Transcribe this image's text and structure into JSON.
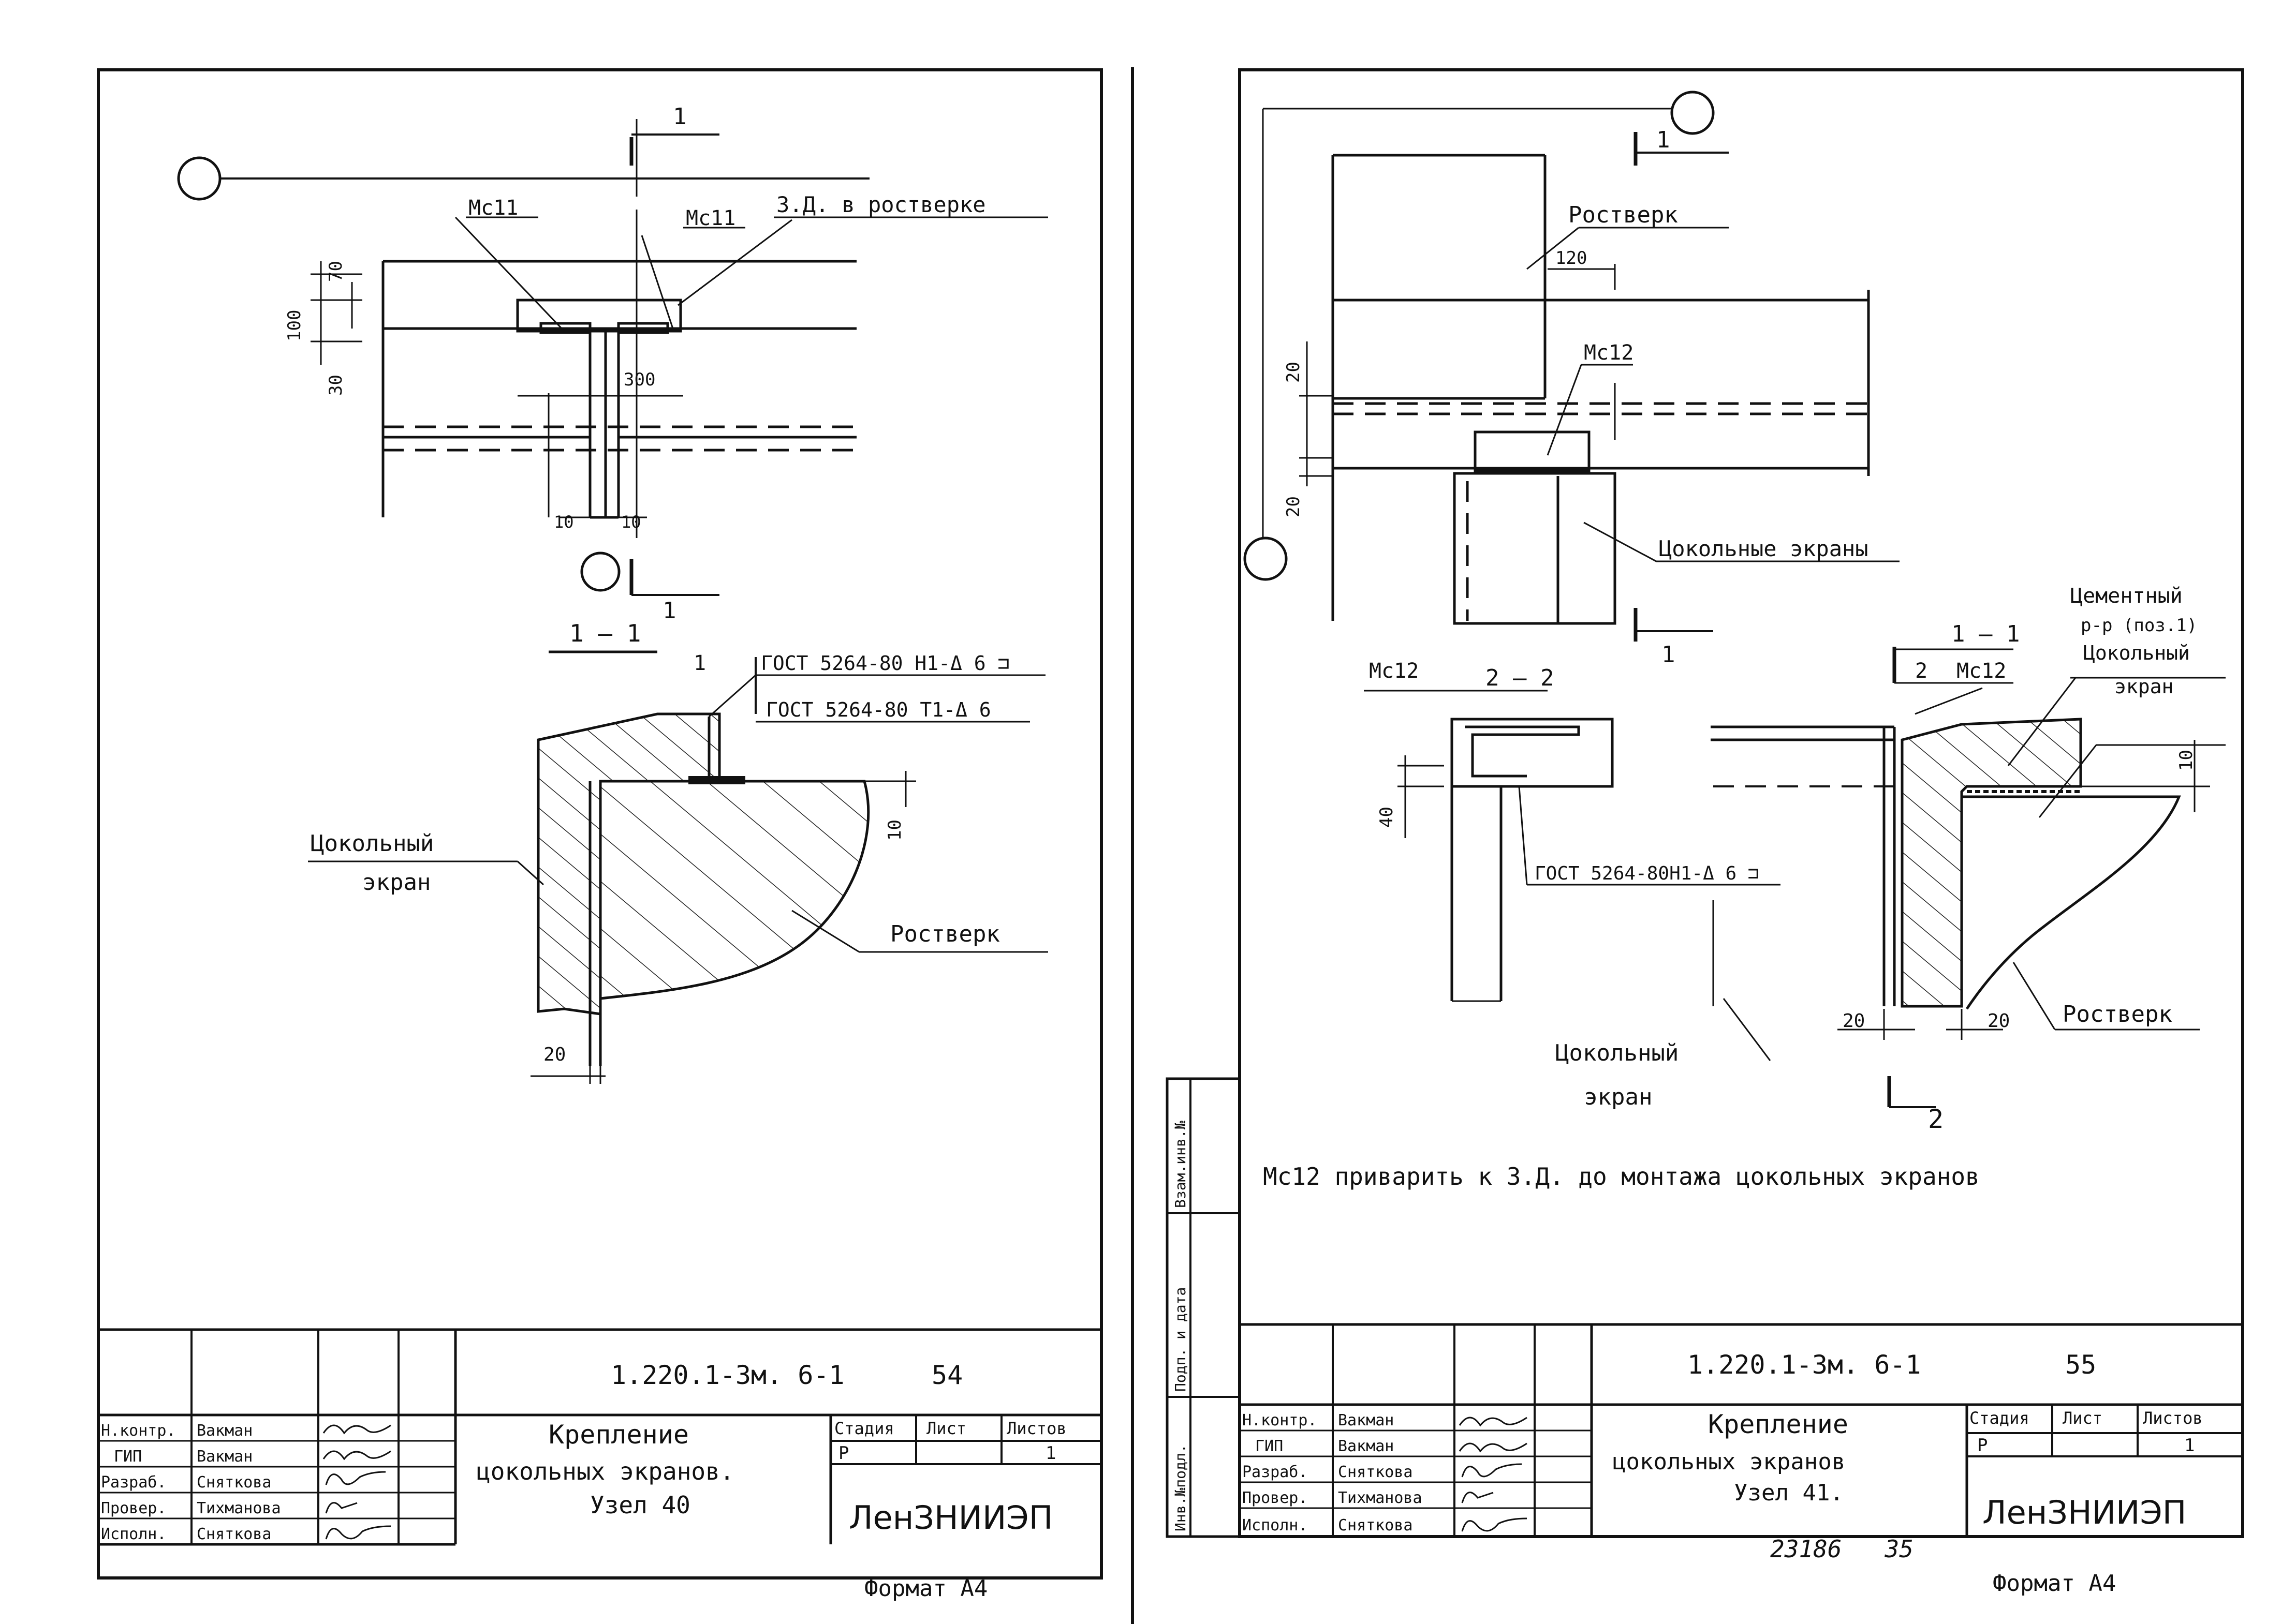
{
  "left": {
    "labels": {
      "mc11_a": "Мс11",
      "mc11_b": "Мс11",
      "zd": "З.Д. в ростверке",
      "sec1": "1",
      "sec1b": "1",
      "sec_title": "1 — 1",
      "pos1": "1",
      "gost1": "ГОСТ 5264-80 Н1-Δ 6 ⊐",
      "gost2": "ГОСТ 5264-80 Т1-Δ 6",
      "screen_a": "Цокольный",
      "screen_b": "экран",
      "rostverk": "Ростверк"
    },
    "dims": {
      "d70": "70",
      "d100": "100",
      "d30": "30",
      "d300": "300",
      "d10a": "10",
      "d10b": "10",
      "d10c": "10",
      "d20": "20"
    },
    "stamp": {
      "code": "1.220.1-3м. 6-1",
      "page": "54",
      "title1": "Крепление",
      "title2": "цокольных экранов.",
      "title3": "Узел 40",
      "stage_h": "Стадия",
      "sheet_h": "Лист",
      "sheets_h": "Листов",
      "stage": "Р",
      "sheets": "1",
      "org": "ЛенЗНИИЭП",
      "rows": [
        {
          "role": "Н.контр.",
          "name": "Вакман"
        },
        {
          "role": "ГИП",
          "name": "Вакман"
        },
        {
          "role": "Разраб.",
          "name": "Сняткова"
        },
        {
          "role": "Провер.",
          "name": "Тихманова"
        },
        {
          "role": "Исполн.",
          "name": "Сняткова"
        }
      ]
    },
    "format": "Формат А4"
  },
  "right": {
    "labels": {
      "sec1": "1",
      "sec1b": "1",
      "rostverk_top": "Ростверк",
      "d120": "120",
      "mc12_top": "Мс12",
      "screens": "Цокольные экраны",
      "mc12_22": "Мс12",
      "sec22": "2 — 2",
      "gost": "ГОСТ 5264-80Н1-Δ 6 ⊐",
      "sec11": "1 — 1",
      "sec2": "2",
      "mc12_11": "Мс12",
      "cement1": "Цементный",
      "cement2": "р-р (поз.1)",
      "screen_r1": "Цокольный",
      "screen_r2": "экран",
      "screen_b1": "Цокольный",
      "screen_b2": "экран",
      "rostverk_r": "Ростверк",
      "sec2b": "2",
      "note": "Мс12 приварить к З.Д. до монтажа цокольных экранов"
    },
    "dims": {
      "d20a": "20",
      "d20b": "20",
      "d40": "40",
      "d10": "10",
      "d20c": "20",
      "d20d": "20"
    },
    "side": {
      "s1": "Инв.№подл.",
      "s2": "Подп. и дата",
      "s3": "Взам.инв.№"
    },
    "stamp": {
      "code": "1.220.1-3м. 6-1",
      "page": "55",
      "title1": "Крепление",
      "title2": "цокольных экранов",
      "title3": "Узел 41.",
      "stage_h": "Стадия",
      "sheet_h": "Лист",
      "sheets_h": "Листов",
      "stage": "Р",
      "sheets": "1",
      "org": "ЛенЗНИИЭП",
      "rows": [
        {
          "role": "Н.контр.",
          "name": "Вакман"
        },
        {
          "role": "ГИП",
          "name": "Вакман"
        },
        {
          "role": "Разраб.",
          "name": "Сняткова"
        },
        {
          "role": "Провер.",
          "name": "Тихманова"
        },
        {
          "role": "Исполн.",
          "name": "Сняткова"
        }
      ]
    },
    "archive": "23186   35",
    "format": "Формат А4"
  }
}
